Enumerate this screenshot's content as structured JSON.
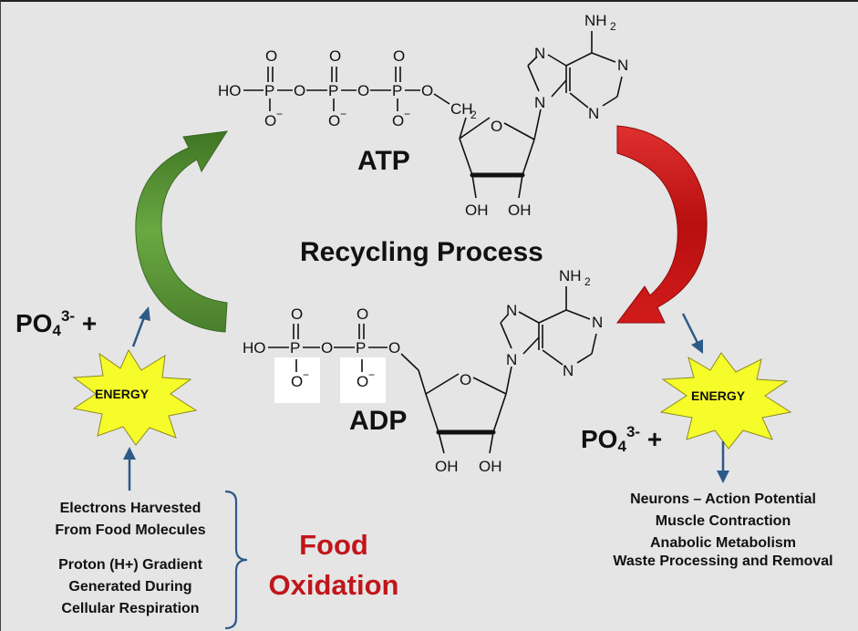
{
  "atp": {
    "name": "ATP",
    "ho": "HO",
    "p": "P",
    "o": "O",
    "o_minus": "O",
    "minus": "−",
    "ch2": "CH",
    "ch2_sub": "2",
    "oh_left": "OH",
    "oh_right": "OH",
    "nh2": "NH",
    "nh2_sub": "2",
    "n": "N"
  },
  "adp": {
    "name": "ADP",
    "ho": "HO",
    "p": "P",
    "o": "O",
    "minus": "−",
    "oh_left": "OH",
    "oh_right": "OH",
    "nh2": "NH",
    "nh2_sub": "2",
    "n": "N"
  },
  "center_title": "Recycling Process",
  "left": {
    "phosphate_base": "PO",
    "phosphate_sub": "4",
    "phosphate_sup": "3-",
    "plus": "+",
    "energy_label": "ENERGY",
    "sources": [
      "Electrons Harvested",
      "From Food Molecules",
      "Proton (H+) Gradient",
      "Generated During",
      "Cellular Respiration"
    ],
    "food_oxidation": [
      "Food",
      "Oxidation"
    ]
  },
  "right": {
    "phosphate_base": "PO",
    "phosphate_sub": "4",
    "phosphate_sup": "3-",
    "plus": "+",
    "energy_label": "ENERGY",
    "uses": [
      "Neurons – Action Potential",
      "Muscle Contraction",
      "Anabolic Metabolism",
      "Waste Processing and Removal"
    ]
  },
  "colors": {
    "synthesis_arrow": "#4e8a2e",
    "hydrolysis_arrow": "#c31313",
    "starburst_fill": "#f6fb2a",
    "flow_arrow": "#2d5a88",
    "food_text": "#c0161b",
    "background": "#e5e5e5"
  }
}
